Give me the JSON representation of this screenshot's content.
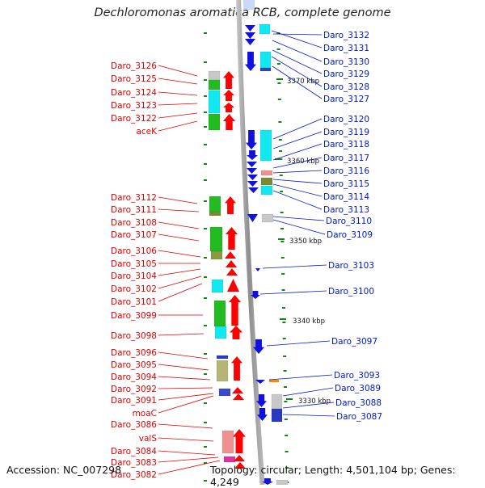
{
  "title": "Dechloromonas aromatica RCB, complete genome",
  "footer": {
    "accession": "Accession: NC_007298",
    "topology": "Topology: circular; Length: 4,501,104 bp; Genes: 4,249"
  },
  "ticks": [
    "3370 kbp",
    "3360 kbp",
    "3350 kbp",
    "3340 kbp",
    "3330 kbp"
  ],
  "left_genes": [
    "Daro_3126",
    "Daro_3125",
    "Daro_3124",
    "Daro_3123",
    "Daro_3122",
    "aceK",
    "Daro_3112",
    "Daro_3111",
    "Daro_3108",
    "Daro_3107",
    "Daro_3106",
    "Daro_3105",
    "Daro_3104",
    "Daro_3102",
    "Daro_3101",
    "Daro_3099",
    "Daro_3098",
    "Daro_3096",
    "Daro_3095",
    "Daro_3094",
    "Daro_3092",
    "Daro_3091",
    "moaC",
    "Daro_3086",
    "valS",
    "Daro_3084",
    "Daro_3083",
    "Daro_3082"
  ],
  "right_genes": [
    "Daro_3132",
    "Daro_3131",
    "Daro_3130",
    "Daro_3129",
    "Daro_3128",
    "Daro_3127",
    "Daro_3120",
    "Daro_3119",
    "Daro_3118",
    "Daro_3117",
    "Daro_3116",
    "Daro_3115",
    "Daro_3114",
    "Daro_3113",
    "Daro_3110",
    "Daro_3109",
    "Daro_3103",
    "Daro_3100",
    "Daro_3097",
    "Daro_3093",
    "Daro_3089",
    "Daro_3088",
    "Daro_3087"
  ],
  "colors": {
    "left_label": "#e00000",
    "right_label": "#0018c8",
    "forward_strand": "#ff0000",
    "reverse_strand": "#1010e0",
    "cog_cyan": "#11e8f0",
    "cog_green": "#22bb22",
    "cog_olive": "#b5b577",
    "cog_pink": "#f09090",
    "cog_gray": "#c8c8c8",
    "tick_green": "#118811",
    "backbone": "#9a9a9a"
  }
}
